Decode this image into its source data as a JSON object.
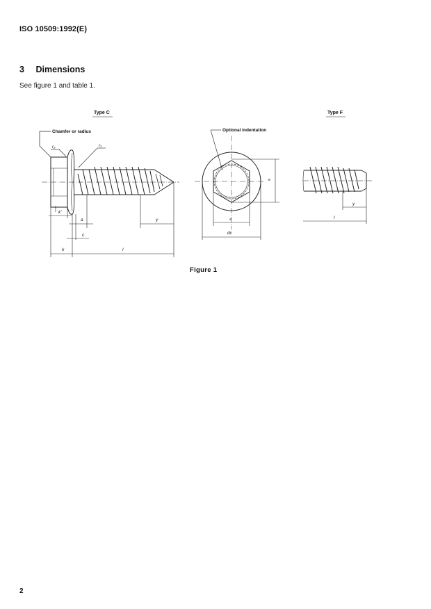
{
  "header": {
    "doc_id": "ISO 10509:1992(E)"
  },
  "section": {
    "number": "3",
    "title": "Dimensions",
    "text": "See figure 1 and table 1."
  },
  "figure": {
    "type_c_label": "Type C",
    "type_f_label": "Type F",
    "chamfer_label": "Chamfer or radius",
    "optional_indentation_label": "Optional indentation",
    "dims": {
      "r2": "r₂",
      "r1": "r₁",
      "k_prime": "k'",
      "a": "a",
      "c": "c",
      "k": "k",
      "y": "y",
      "l": "l",
      "e": "e",
      "s": "s",
      "dc": "dᴄ",
      "y_f": "y",
      "l_f": "l"
    },
    "caption": "Figure 1"
  },
  "footer": {
    "page_number": "2"
  }
}
